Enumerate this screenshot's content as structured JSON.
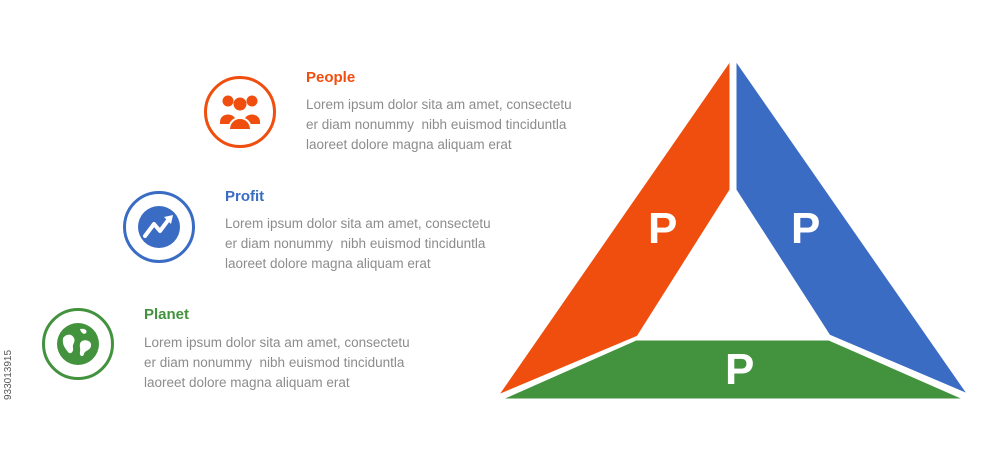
{
  "items": [
    {
      "key": "people",
      "title": "People",
      "color": "#f04e0e",
      "icon": "people-group-icon",
      "lines": [
        "Lorem ipsum dolor sita am amet, consectetu",
        "er diam nonummy  nibh euismod tinciduntla",
        "laoreet dolore magna aliquam erat"
      ]
    },
    {
      "key": "profit",
      "title": "Profit",
      "color": "#3a6cc4",
      "icon": "trend-chart-icon",
      "lines": [
        "Lorem ipsum dolor sita am amet, consectetu",
        "er diam nonummy  nibh euismod tinciduntla",
        "laoreet dolore magna aliquam erat"
      ]
    },
    {
      "key": "planet",
      "title": "Planet",
      "color": "#43923e",
      "icon": "globe-icon",
      "lines": [
        "Lorem ipsum dolor sita am amet, consectetu",
        "er diam nonummy  nibh euismod tinciduntla",
        "laoreet dolore magna aliquam erat"
      ]
    }
  ],
  "triangle": {
    "left_label": "P",
    "right_label": "P",
    "bottom_label": "P",
    "left_color": "#f04e0e",
    "right_color": "#3a6cc4",
    "bottom_color": "#43923e"
  },
  "copyright_id": "933013915"
}
